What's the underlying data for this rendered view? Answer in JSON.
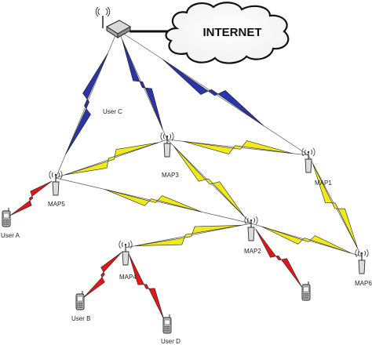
{
  "cloud": {
    "label": "INTERNET"
  },
  "nodes": {
    "gateway": {
      "label": ""
    },
    "map1": {
      "label": "MAP1"
    },
    "map2": {
      "label": "MAP2"
    },
    "map3": {
      "label": "MAP3"
    },
    "map4": {
      "label": "MAP4"
    },
    "map5": {
      "label": "MAP5"
    },
    "map6": {
      "label": "MAP6"
    }
  },
  "users": {
    "a": {
      "label": "User A"
    },
    "b": {
      "label": "User B"
    },
    "c": {
      "label": "User C"
    },
    "d": {
      "label": "User D"
    }
  },
  "colors": {
    "wired": "#111111",
    "backhaul": "#2a36a8",
    "mesh": "#f0ea1a",
    "access": "#e01818",
    "thin_line": "#555555"
  },
  "icons": {
    "router": "wireless-router-icon",
    "cloud": "internet-cloud-icon",
    "antenna": "mesh-access-point-icon",
    "phone": "mobile-phone-icon",
    "link": "lightning-wireless-link-icon"
  }
}
